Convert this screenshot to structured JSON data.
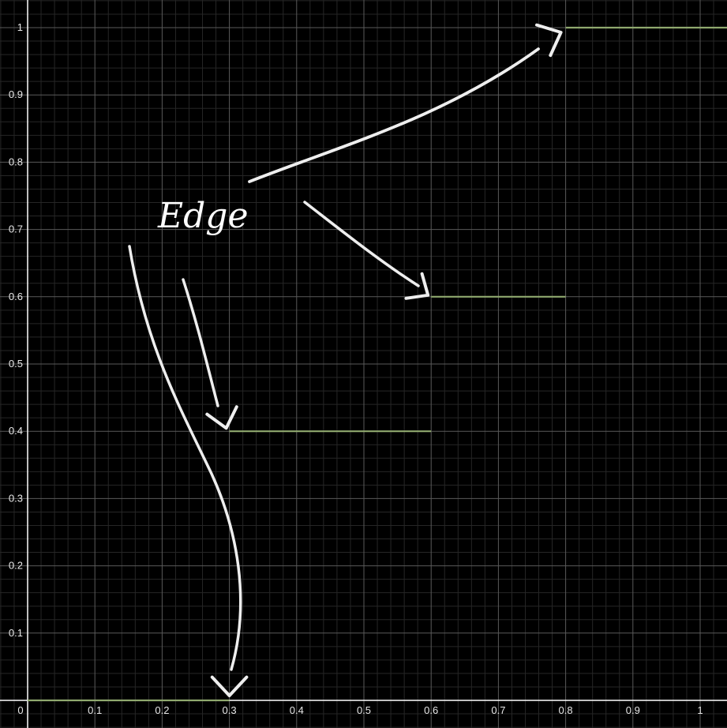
{
  "chart_data": {
    "type": "line",
    "title": "",
    "xlabel": "",
    "ylabel": "",
    "xlim": [
      0,
      1.04
    ],
    "ylim": [
      -0.01,
      1.035
    ],
    "grid": true,
    "x_ticks": [
      0,
      0.1,
      0.2,
      0.3,
      0.4,
      0.5,
      0.6,
      0.7,
      0.8,
      0.9,
      1
    ],
    "y_ticks": [
      0.1,
      0.2,
      0.3,
      0.4,
      0.5,
      0.6,
      0.7,
      0.8,
      0.9,
      1
    ],
    "x_tick_labels": [
      "0",
      "0.1",
      "0.2",
      "0.3",
      "0.4",
      "0.5",
      "0.6",
      "0.7",
      "0.8",
      "0.9",
      "1"
    ],
    "y_tick_labels": [
      "0.1",
      "0.2",
      "0.3",
      "0.4",
      "0.5",
      "0.6",
      "0.7",
      "0.8",
      "0.9",
      "1"
    ],
    "series": [
      {
        "color": "#8fa86e",
        "segments": [
          {
            "x": [
              0,
              0.3
            ],
            "y": [
              0,
              0
            ]
          },
          {
            "x": [
              0.3,
              0.6
            ],
            "y": [
              0.4,
              0.4
            ]
          },
          {
            "x": [
              0.6,
              0.8
            ],
            "y": [
              0.6,
              0.6
            ]
          },
          {
            "x": [
              0.8,
              1.04
            ],
            "y": [
              1,
              1
            ]
          }
        ]
      }
    ],
    "annotation": {
      "text": "Edge",
      "color": "#ffffff",
      "arrow_color": "#eeeeee",
      "arrow_targets": [
        {
          "x": 0.3,
          "y": 0
        },
        {
          "x": 0.3,
          "y": 0.4
        },
        {
          "x": 0.6,
          "y": 0.6
        },
        {
          "x": 0.8,
          "y": 1
        }
      ]
    },
    "colors": {
      "background": "#000000",
      "grid_major": "#5a5a5a",
      "grid_minor": "#262626",
      "axis": "#ffffff",
      "step_line": "#8fa86e"
    }
  }
}
